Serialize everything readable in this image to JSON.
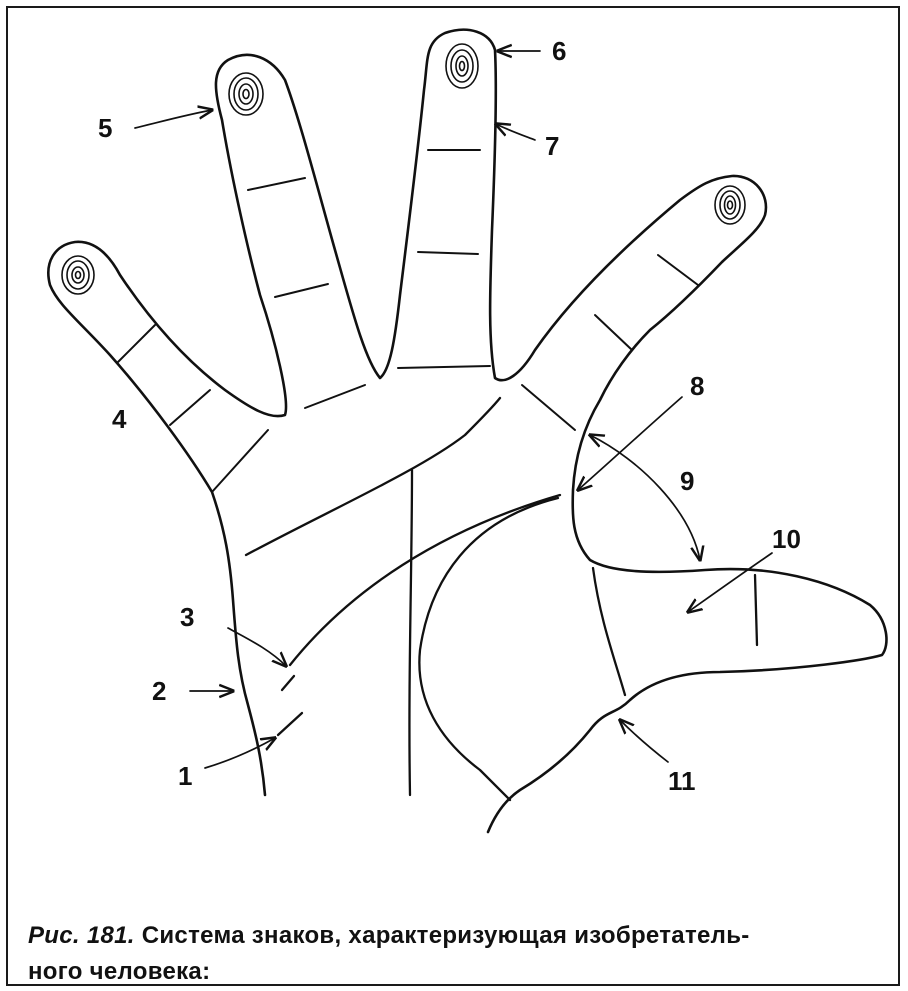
{
  "labels": {
    "l1": "1",
    "l2": "2",
    "l3": "3",
    "l4": "4",
    "l5": "5",
    "l6": "6",
    "l7": "7",
    "l8": "8",
    "l9": "9",
    "l10": "10",
    "l11": "11"
  },
  "caption": {
    "figure": "Рис. 181.",
    "line1": "Система знаков, характеризующая изобретатель-",
    "line2": "ного человека:"
  },
  "colors": {
    "ink": "#111111",
    "background": "#ffffff"
  }
}
